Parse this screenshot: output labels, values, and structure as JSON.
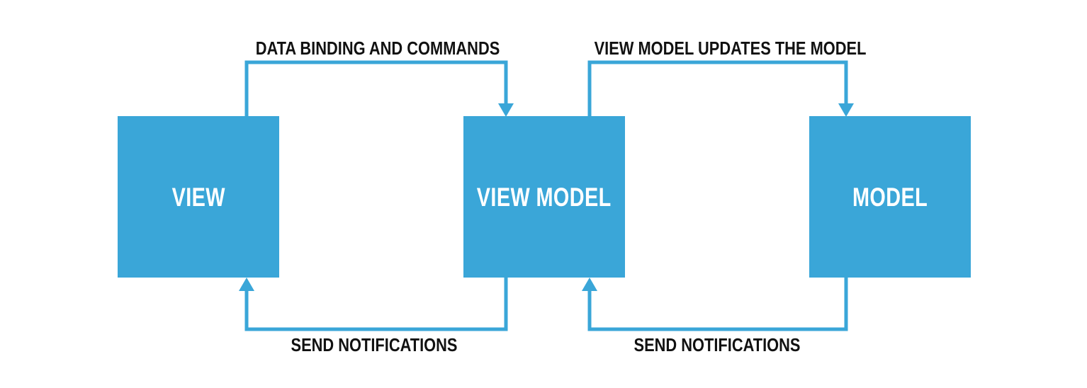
{
  "diagram": {
    "title_text": "",
    "colors": {
      "node_fill": "#3aa6d8",
      "node_text": "#ffffff",
      "edge_line": "#3aa6d8",
      "edge_text": "#111111",
      "background": "#ffffff"
    },
    "nodes": [
      {
        "id": "view",
        "label": "VIEW"
      },
      {
        "id": "view_model",
        "label": "VIEW MODEL"
      },
      {
        "id": "model",
        "label": "MODEL"
      }
    ],
    "edges": [
      {
        "id": "data_binding_and_commands",
        "label": "DATA BINDING AND COMMANDS",
        "from": "VIEW",
        "to": "VIEW MODEL",
        "route": "top"
      },
      {
        "id": "view_model_updates_the_model",
        "label": "VIEW MODEL UPDATES THE MODEL",
        "from": "VIEW MODEL",
        "to": "MODEL",
        "route": "top"
      },
      {
        "id": "send_notifications_left",
        "label": "SEND NOTIFICATIONS",
        "from": "VIEW MODEL",
        "to": "VIEW",
        "route": "bottom"
      },
      {
        "id": "send_notifications_right",
        "label": "SEND NOTIFICATIONS",
        "from": "MODEL",
        "to": "VIEW MODEL",
        "route": "bottom"
      }
    ]
  }
}
